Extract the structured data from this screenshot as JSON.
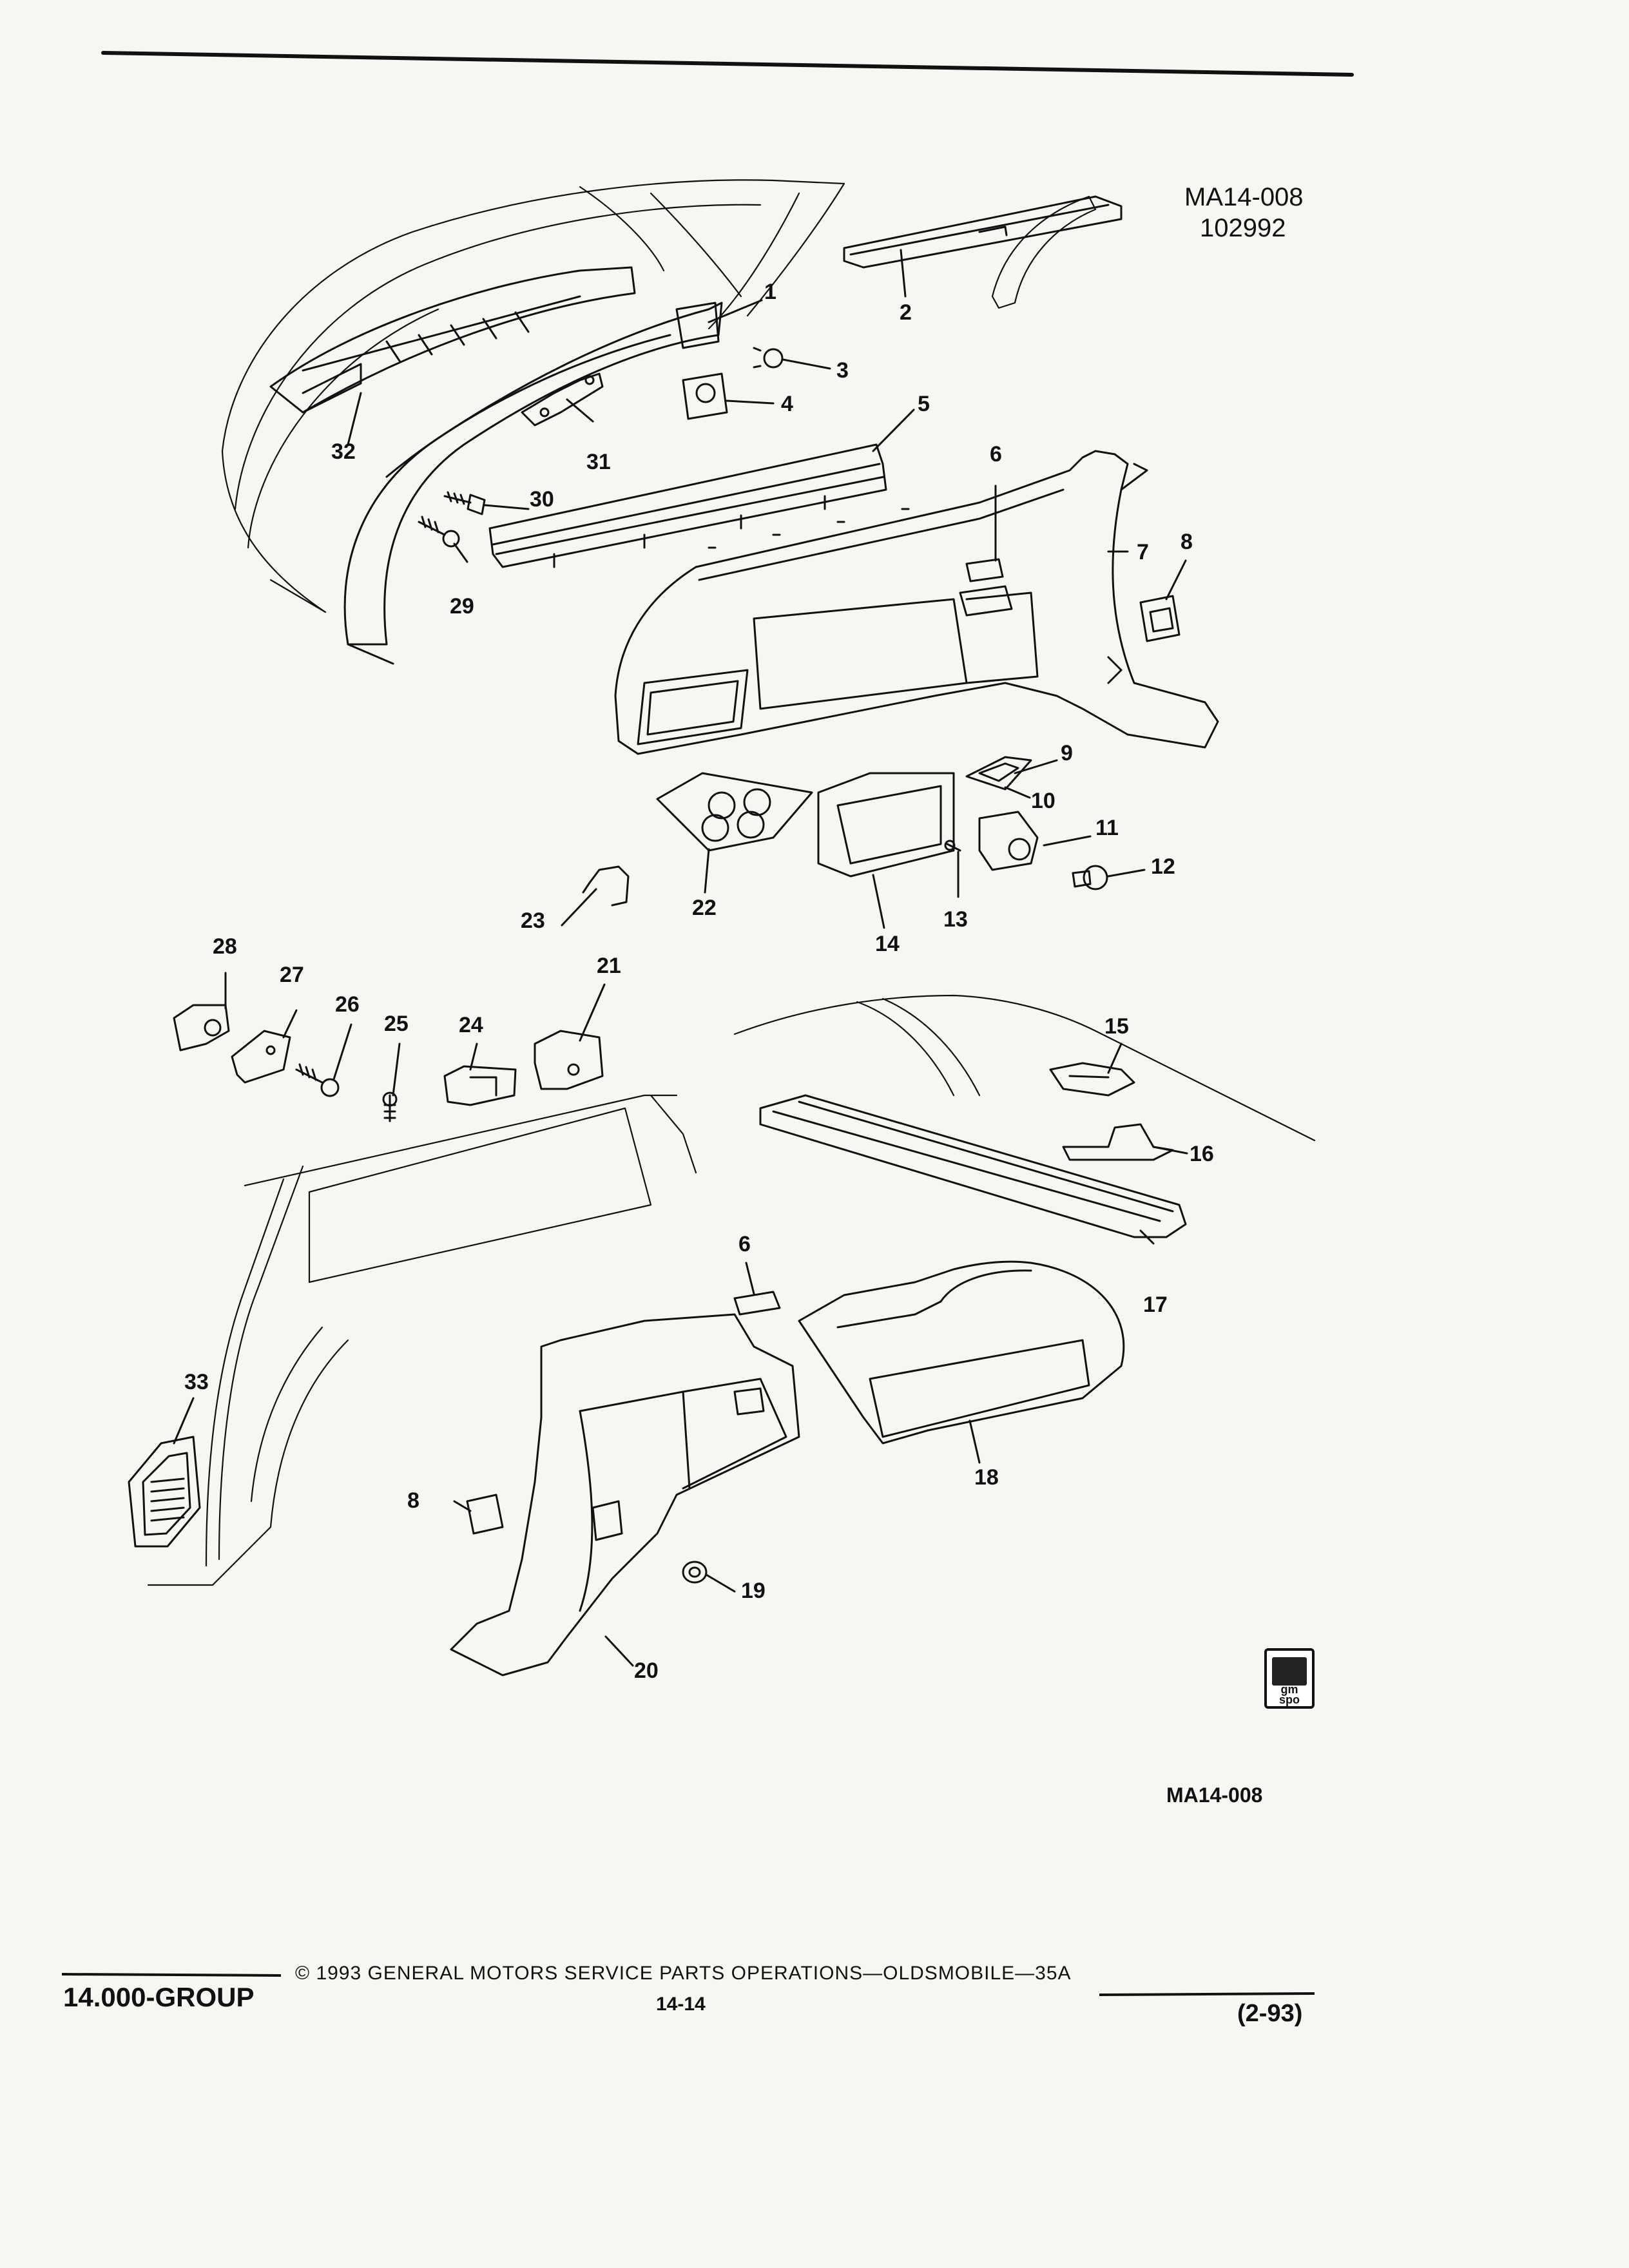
{
  "figure": {
    "code": "MA14-008",
    "date_code": "102992",
    "bottom_ref": "MA14-008"
  },
  "callouts": {
    "c1": "1",
    "c2": "2",
    "c3": "3",
    "c4": "4",
    "c5": "5",
    "c6a": "6",
    "c6b": "6",
    "c7": "7",
    "c8a": "8",
    "c8b": "8",
    "c9": "9",
    "c10": "10",
    "c11": "11",
    "c12": "12",
    "c13": "13",
    "c14": "14",
    "c15": "15",
    "c16": "16",
    "c17": "17",
    "c18": "18",
    "c19": "19",
    "c20": "20",
    "c21": "21",
    "c22": "22",
    "c23": "23",
    "c24": "24",
    "c25": "25",
    "c26": "26",
    "c27": "27",
    "c28": "28",
    "c29": "29",
    "c30": "30",
    "c31": "31",
    "c32": "32",
    "c33": "33"
  },
  "logo": {
    "text": "gm spo"
  },
  "footer": {
    "group": "14.000-GROUP",
    "copyright": "© 1993 GENERAL MOTORS SERVICE PARTS OPERATIONS—OLDSMOBILE—35A",
    "page_number": "14-14",
    "revision": "(2-93)"
  }
}
